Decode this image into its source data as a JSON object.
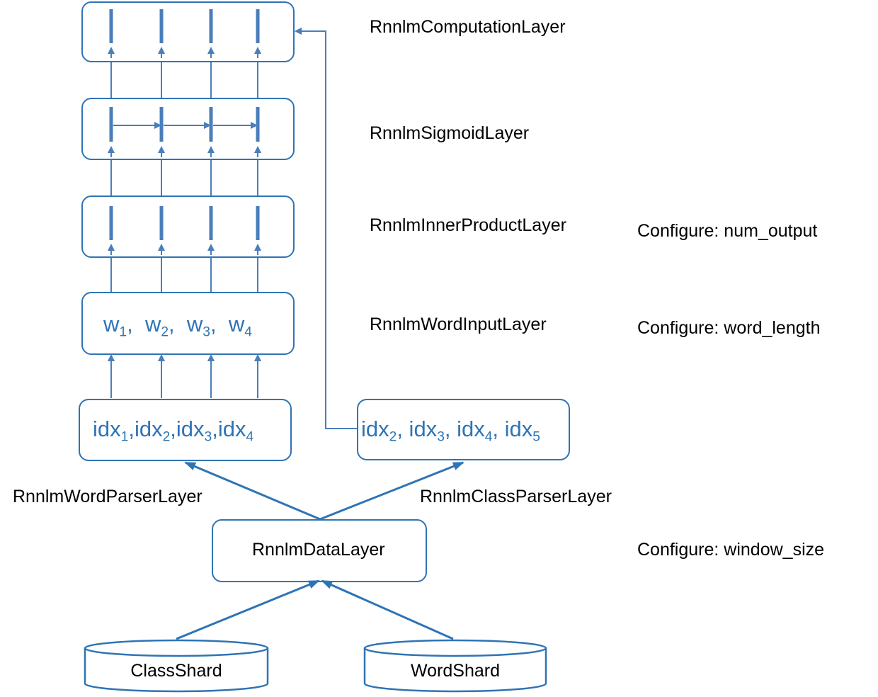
{
  "layers": {
    "computation": "RnnlmComputationLayer",
    "sigmoid": "RnnlmSigmoidLayer",
    "inner_product": "RnnlmInnerProductLayer",
    "word_input": "RnnlmWordInputLayer",
    "word_parser": "RnnlmWordParserLayer",
    "class_parser": "RnnlmClassParserLayer",
    "data": "RnnlmDataLayer"
  },
  "configs": {
    "inner_product": "Configure: num_output",
    "word_input": "Configure: word_length",
    "data": "Configure: window_size"
  },
  "word_box": {
    "w1": "w",
    "w1_sub": "1",
    "w2": "w",
    "w2_sub": "2",
    "w3": "w",
    "w3_sub": "3",
    "w4": "w",
    "w4_sub": "4",
    "sep": ","
  },
  "idx_left": {
    "a": "idx",
    "a_sub": "1",
    "b": ",idx",
    "b_sub": "2",
    "c": ",idx",
    "c_sub": "3",
    "d": ",idx",
    "d_sub": "4"
  },
  "idx_right": {
    "a": "idx",
    "a_sub": "2",
    "b": ", idx",
    "b_sub": "3",
    "c": ", idx",
    "c_sub": "4",
    "d": ", idx",
    "d_sub": "5"
  },
  "shards": {
    "class": "ClassShard",
    "word": "WordShard"
  },
  "colors": {
    "accent": "#2e74b5",
    "arrow": "#4a7ebb",
    "text": "#000000"
  }
}
